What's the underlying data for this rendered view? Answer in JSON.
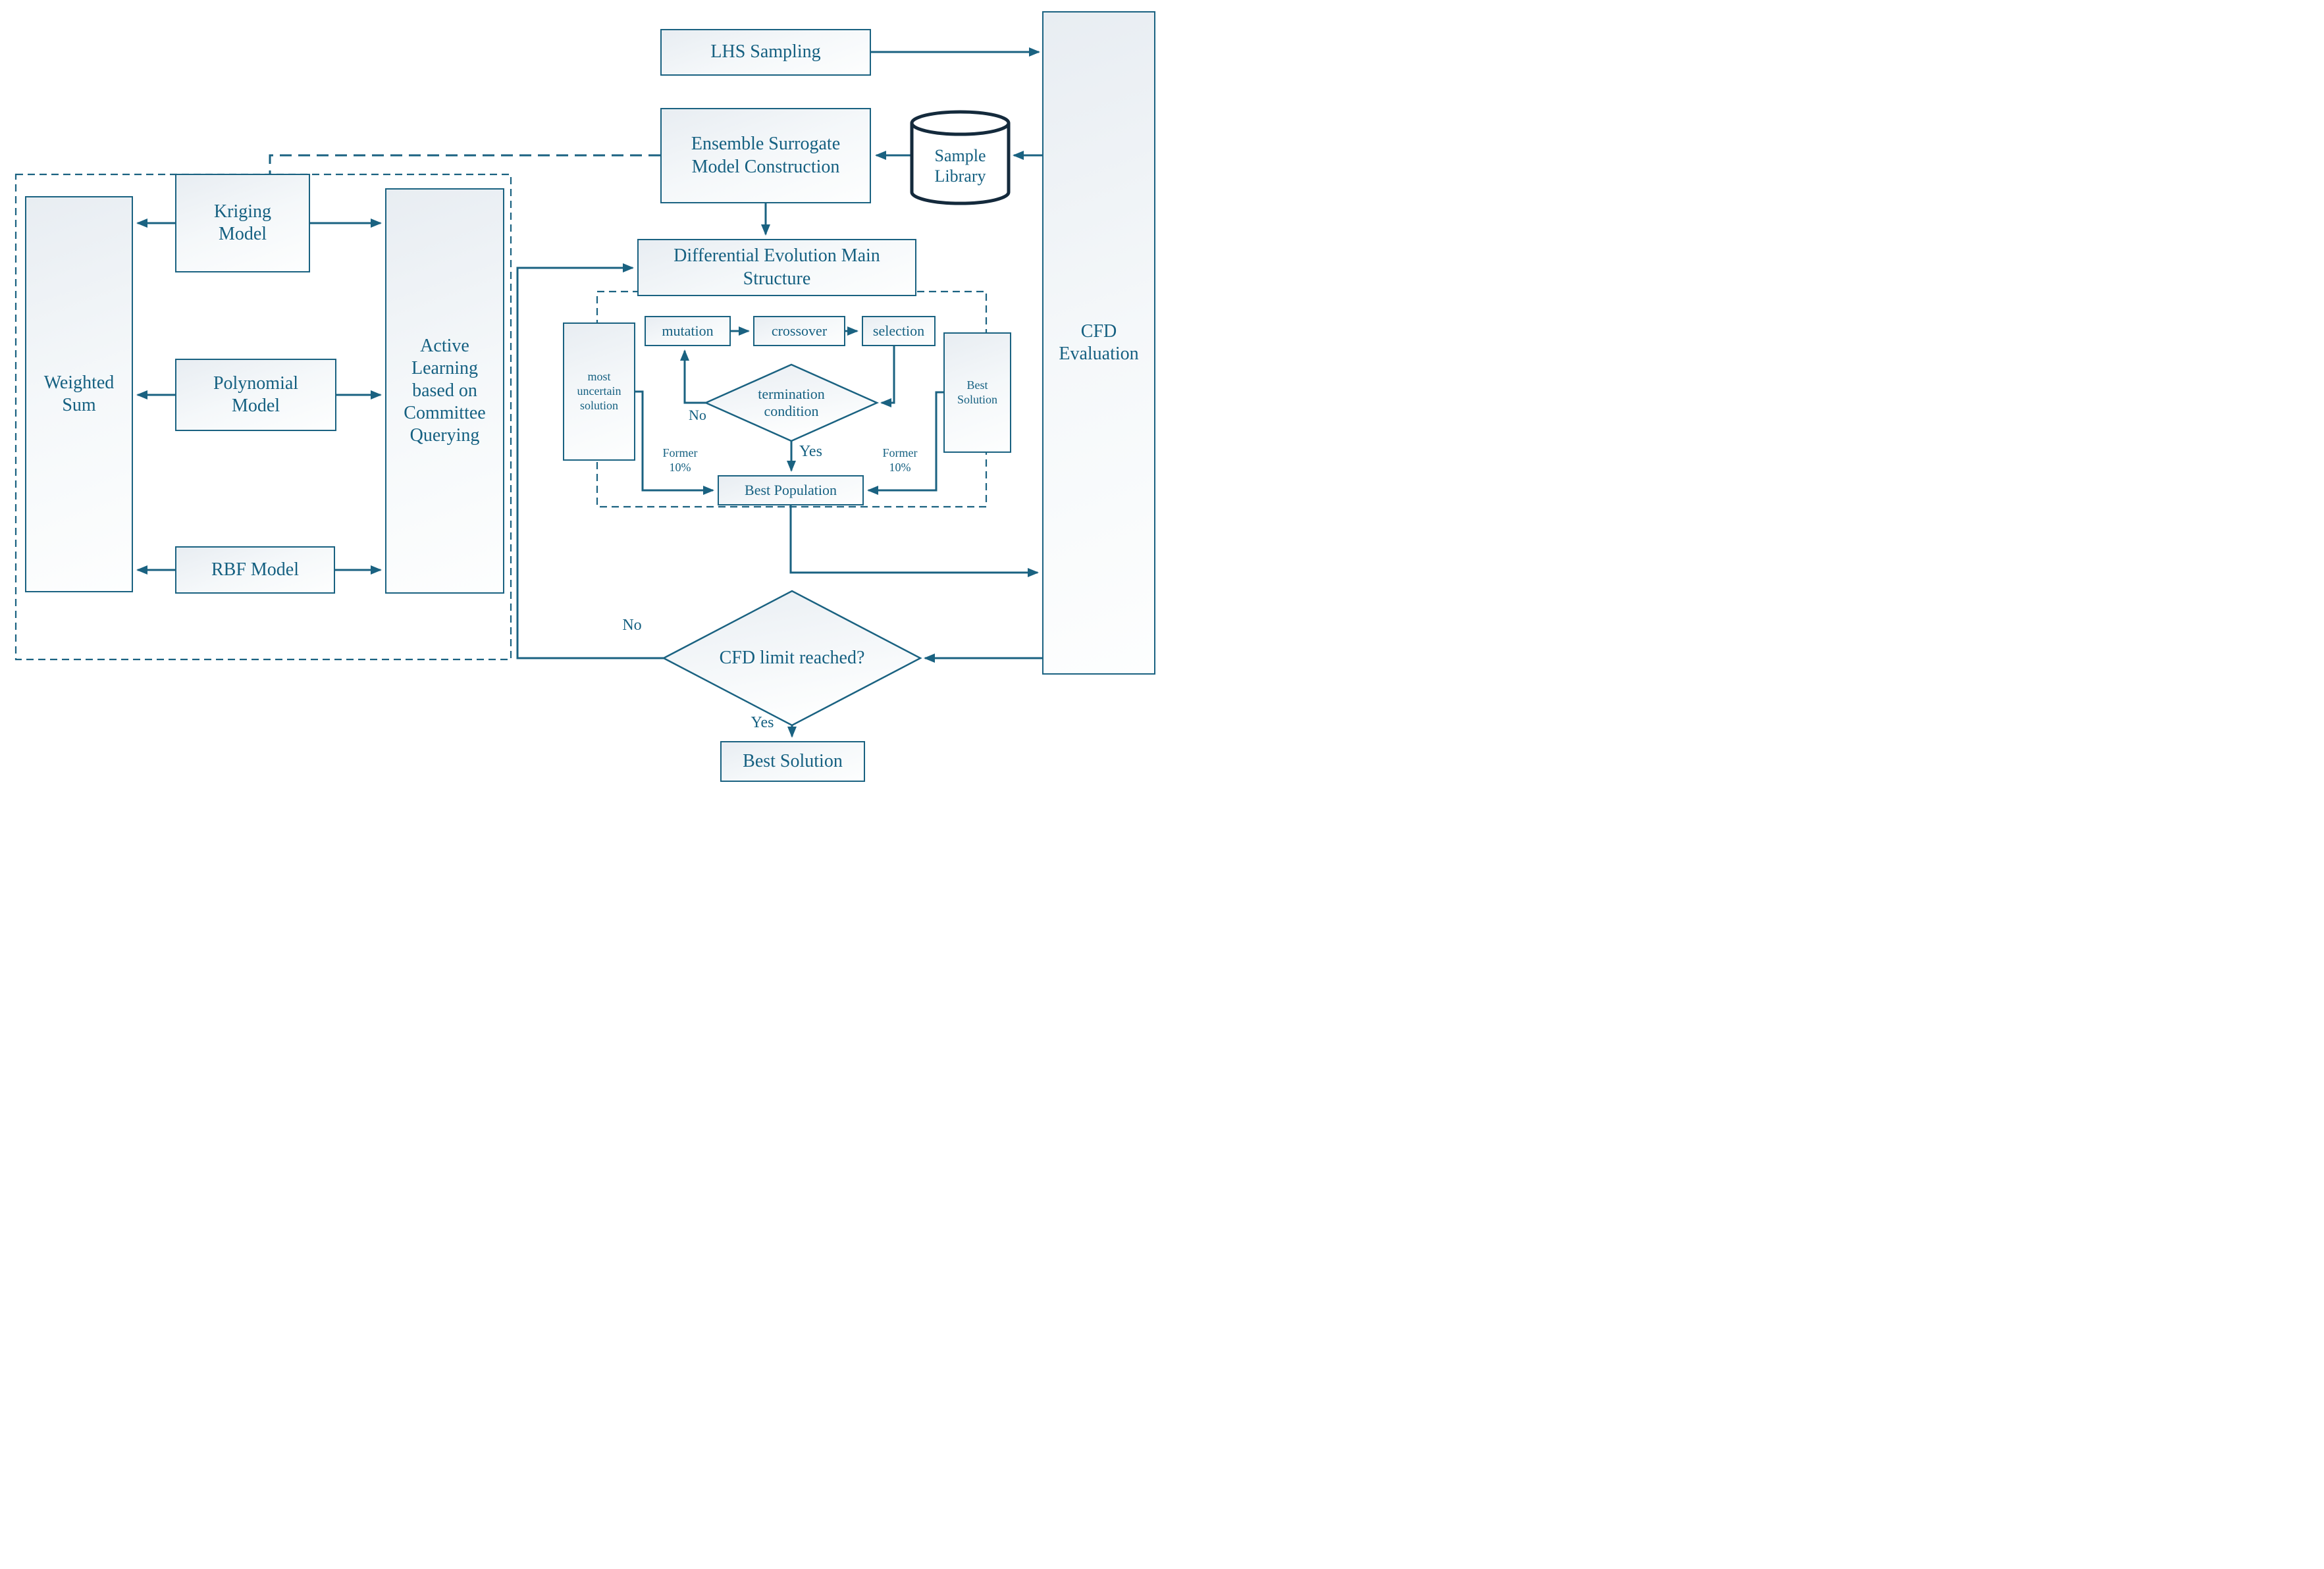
{
  "colors": {
    "accent_line": "#1A6281",
    "text": "#156081",
    "cylinder_stroke": "#142A3C",
    "node_fill_top": "#E8EDF2",
    "node_fill_bottom": "#FDFEFE",
    "background": "#FFFFFF"
  },
  "nodes": {
    "lhs_sampling": {
      "label": "LHS Sampling"
    },
    "cfd_evaluation": {
      "label": "CFD Evaluation"
    },
    "sample_library": {
      "label": "Sample Library"
    },
    "ensemble_surrogate": {
      "label": "Ensemble Surrogate Model Construction"
    },
    "de_main": {
      "label": "Differential Evolution Main Structure"
    },
    "mutation": {
      "label": "mutation"
    },
    "crossover": {
      "label": "crossover"
    },
    "selection": {
      "label": "selection"
    },
    "termination": {
      "label": "termination condition"
    },
    "most_uncertain": {
      "label": "most uncertain solution"
    },
    "best_solution_inner": {
      "label": "Best Solution"
    },
    "best_population": {
      "label": "Best Population"
    },
    "weighted_sum": {
      "label": "Weighted Sum"
    },
    "kriging": {
      "label": "Kriging Model"
    },
    "polynomial": {
      "label": "Polynomial Model"
    },
    "rbf": {
      "label": "RBF Model"
    },
    "active_learning": {
      "label": "Active Learning based on Committee Querying"
    },
    "cfd_limit": {
      "label": "CFD limit reached?"
    },
    "best_solution_final": {
      "label": "Best Solution"
    }
  },
  "edge_labels": {
    "termination_no": "No",
    "termination_yes": "Yes",
    "former_10_left": "Former 10%",
    "former_10_right": "Former 10%",
    "cfd_limit_no": "No",
    "cfd_limit_yes": "Yes"
  }
}
